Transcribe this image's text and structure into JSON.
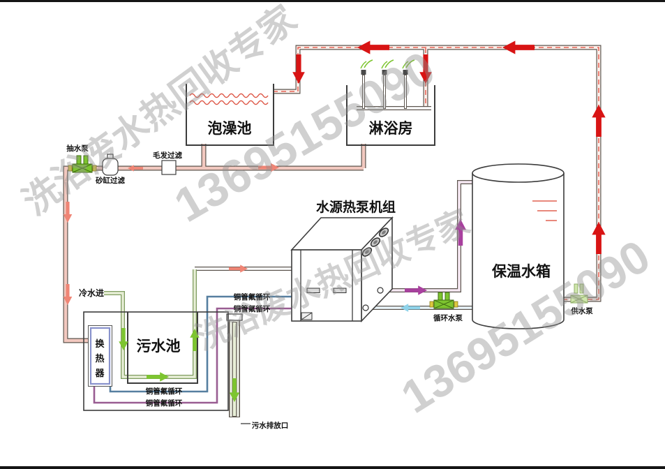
{
  "labels": {
    "bath_pool": "泡澡池",
    "shower_room": "淋浴房",
    "heat_pump_unit": "水源热泵机组",
    "storage_tank": "保温水箱",
    "sewage_pool": "污水池",
    "heat_exchanger_chars": [
      "换",
      "热",
      "器"
    ],
    "suction_pump": "抽水泵",
    "hair_filter": "毛发过滤",
    "sand_filter": "砂缸过滤",
    "cold_water_in": "冷水进",
    "copper_fluorine_loop": "铜管氟循环",
    "circulation_pump": "循环水泵",
    "supply_pump": "供水泵",
    "sewage_outlet": "污水排放口"
  },
  "watermarks": {
    "brand": "洗浴废水热回收专家",
    "phone": "13695155090"
  },
  "colors": {
    "hot_flow_arrow": "#d81414",
    "warm_waste_arrow": "#ef8575",
    "cold_water_arrow": "#7dc530",
    "refrigerant_hot_arrow": "#a8409e",
    "return_water_arrow": "#8fd3ea",
    "copper_pipe_blue": "#567fa0",
    "copper_pipe_purple": "#995d92",
    "pump_green": "#7dc42f",
    "water_wave_red": "#dd5544",
    "tank_level_marks": "#e06050",
    "watermark_gray": "#909090"
  }
}
